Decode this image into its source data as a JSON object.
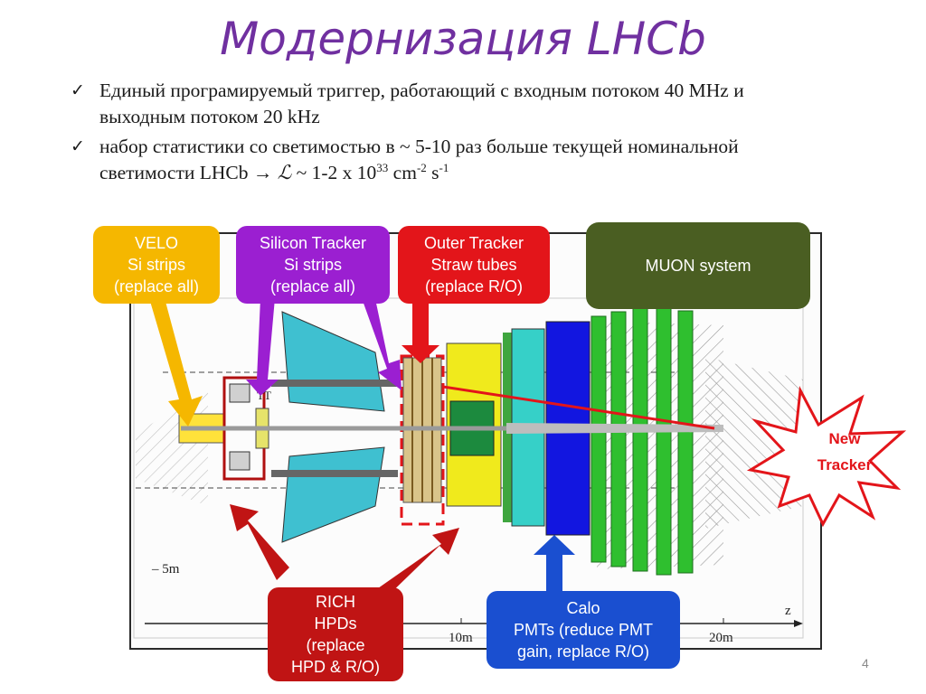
{
  "title": "Модернизация LHCb",
  "bullets": [
    {
      "line1": "Единый програмируемый триггер, работающий с входным потоком  40 MHz и",
      "line2": "выходным потоком 20 kHz"
    },
    {
      "line1": "набор статистики  со светимостью  в ~ 5-10 раз больше текущей номинальной",
      "line2_pre": "светимости LHCb → ",
      "lumi_symbol": "ℒ",
      "line2_mid": " ~ 1-2 x 10",
      "exp1": "33",
      "unit1": " cm",
      "exp2": "-2",
      "unit2": " s",
      "exp3": "-1"
    }
  ],
  "diagram": {
    "velo": {
      "line1": "VELO",
      "line2": "Si strips",
      "line3": "(replace all)"
    },
    "silicon_tracker": {
      "line1": "Silicon Tracker",
      "line2": "Si strips",
      "line3": "(replace all)"
    },
    "outer_tracker": {
      "line1": "Outer Tracker",
      "line2": "Straw tubes",
      "line3": "(replace R/O)"
    },
    "muon": "MUON system",
    "rich": {
      "line1": "RICH",
      "line2": "HPDs",
      "line3": "(replace",
      "line4": "HPD & R/O)"
    },
    "calo": {
      "line1": "Calo",
      "line2": "PMTs (reduce PMT",
      "line3": "gain, replace R/O)"
    },
    "new_tracker": {
      "line1": "New",
      "line2": "Tracker"
    },
    "tt_label": "TT",
    "axis": {
      "tick_neg5": "– 5m",
      "tick_10": "10m",
      "tick_20": "20m",
      "axis_z": "z"
    }
  },
  "colors": {
    "title": "#7030a0",
    "velo": "#f5b700",
    "silicon": "#9b1fd1",
    "outer": "#e3151a",
    "muon": "#4a5e22",
    "rich": "#c01414",
    "calo": "#1a4fd0"
  },
  "page_number": "4"
}
